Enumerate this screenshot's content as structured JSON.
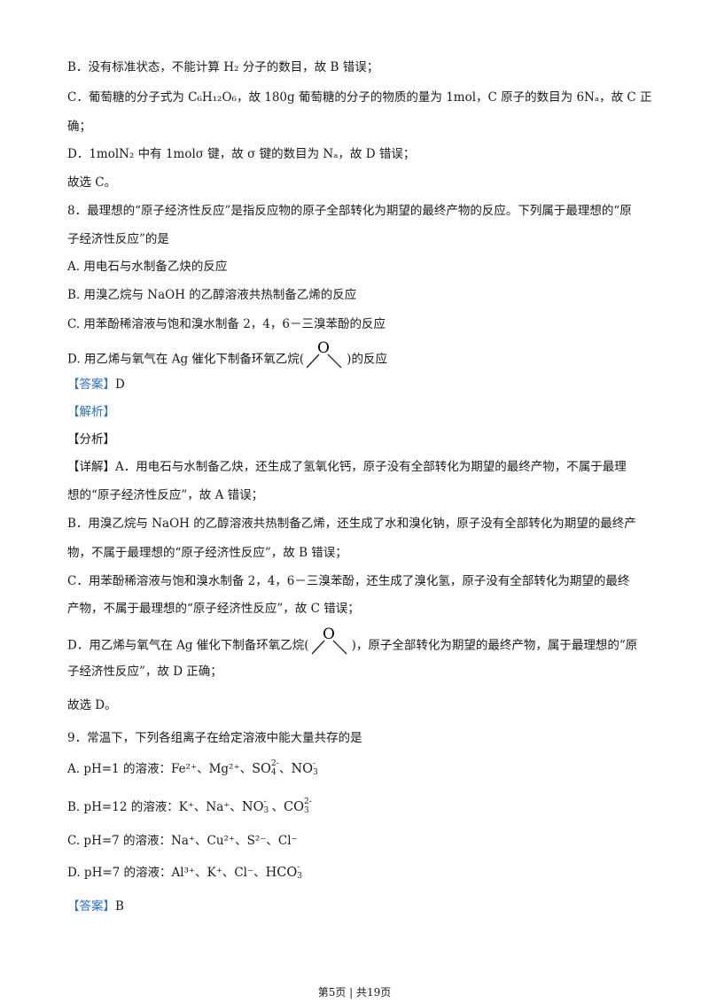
{
  "lines": {
    "l1": "B．没有标准状态，不能计算 H₂ 分子的数目，故 B 错误；",
    "l2": "C．葡萄糖的分子式为 C₆H₁₂O₆，故 180g 葡萄糖的分子的物质的量为 1mol，C 原子的数目为 6Nₐ，故 C 正",
    "l3": "确；",
    "l4": "D．1molN₂ 中有 1molσ 键，故 σ 键的数目为 Nₐ，故 D 错误；",
    "l5": "故选 C。",
    "q8a": "8．最理想的“原子经济性反应”是指反应物的原子全部转化为期望的最终产物的反应。下列属于最理想的“原",
    "q8b": "子经济性反应”的是",
    "q8A": "A.  用电石与水制备乙炔的反应",
    "q8B": "B.  用溴乙烷与 NaOH 的乙醇溶液共热制备乙烯的反应",
    "q8C": "C.  用苯酚稀溶液与饱和溴水制备 2，4，6－三溴苯酚的反应",
    "q8D_pre": "D.  用乙烯与氧气在 Ag 催化下制备环氧乙烷(",
    "q8D_post": ")的反应",
    "ans8": "【答案】",
    "ans8v": "D",
    "jiexi": "【解析】",
    "fenxi": "【分析】",
    "xiangjie": "【详解】",
    "d1": "A．用电石与水制备乙炔，还生成了氢氧化钙，原子没有全部转化为期望的最终产物，不属于最理",
    "d2": "想的“原子经济性反应”，故 A 错误；",
    "d3": "B．用溴乙烷与 NaOH 的乙醇溶液共热制备乙烯，还生成了水和溴化钠，原子没有全部转化为期望的最终产",
    "d4": "物，不属于最理想的“原子经济性反应”，故 B 错误；",
    "d5": "C．用苯酚稀溶液与饱和溴水制备 2，4，6－三溴苯酚，还生成了溴化氢，原子没有全部转化为期望的最终",
    "d6": "产物，不属于最理想的“原子经济性反应”，故 C 错误；",
    "d7_pre": "D．用乙烯与氧气在 Ag 催化下制备环氧乙烷(",
    "d7_post": ")，原子全部转化为期望的最终产物，属于最理想的“原",
    "d8": "子经济性反应”，故 D 正确；",
    "d9": "故选 D。",
    "q9": "9．常温下，下列各组离子在给定溶液中能大量共存的是",
    "q9A_pre": "A.  pH=1 的溶液：Fe²⁺、Mg²⁺、",
    "q9B_pre": "B.  pH=12 的溶液：K⁺、Na⁺、",
    "q9C": "C.  pH=7 的溶液：Na⁺、Cu²⁺、S²⁻、Cl⁻",
    "q9D_pre": "D.  pH=7 的溶液：Al³⁺、K⁺、Cl⁻、",
    "ans9": "【答案】",
    "ans9v": "B"
  },
  "ions": {
    "so4": "SO",
    "so4_sub": "4",
    "so4_sup": "2-",
    "no3": "NO",
    "no3_sub": "3",
    "no3_sup": "-",
    "co3": "CO",
    "co3_sub": "3",
    "co3_sup": "2-",
    "hco3": "HCO",
    "hco3_sub": "3",
    "hco3_sup": "-",
    "sep": "、"
  },
  "epoxide_label": "O",
  "footer": "第5页 | 共19页"
}
